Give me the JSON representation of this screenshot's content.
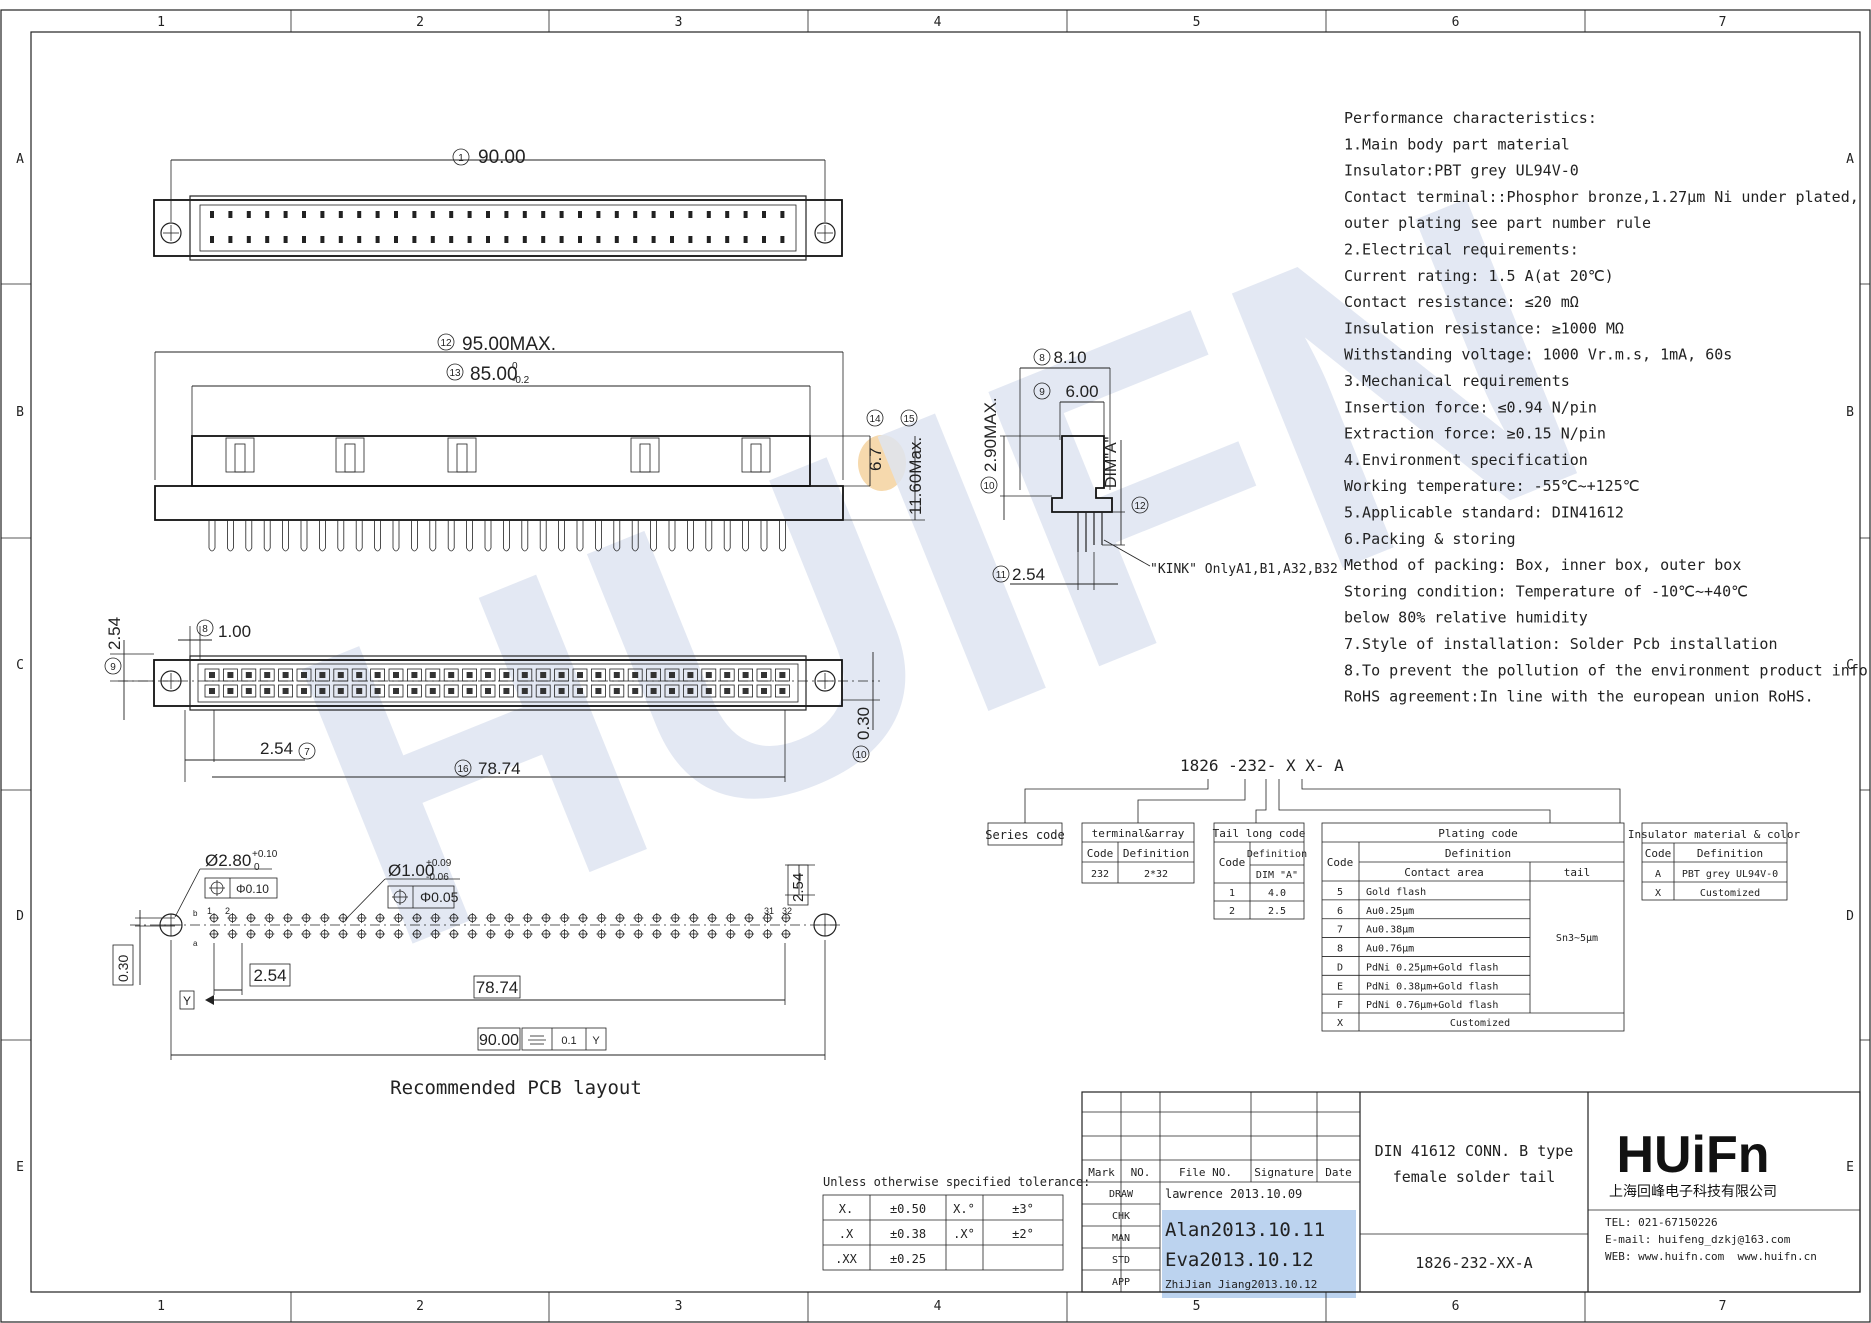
{
  "border": {
    "cols": [
      "1",
      "2",
      "3",
      "4",
      "5",
      "6",
      "7"
    ],
    "rows": [
      "A",
      "B",
      "C",
      "D",
      "E"
    ]
  },
  "watermark": "HUIFN",
  "dims": {
    "top_width": "90.00",
    "side_width": "95.00MAX.",
    "side_inner": "85.00",
    "side_inner_tol_hi": "0",
    "side_inner_tol_lo": "-0.2",
    "height_67": "6.7",
    "height_1160": "11.60Max.",
    "profile_810": "8.10",
    "profile_600": "6.00",
    "profile_290": "2.90MAX.",
    "profile_dim_a": "DIM\"A\"",
    "profile_254": "2.54",
    "kink_note": "\"KINK\" OnlyA1,B1,A32,B32",
    "bottom_100": "1.00",
    "bottom_254_left": "2.54",
    "bottom_254_pitch": "2.54",
    "bottom_7874": "78.74",
    "bottom_030": "0.30",
    "pcb_hole_large": "Ø2.80",
    "pcb_hole_large_tol_hi": "+0.10",
    "pcb_hole_large_tol_lo": "0",
    "pcb_hole_large_pos": "Φ0.10",
    "pcb_hole_small": "Ø1.00",
    "pcb_hole_small_tol_hi": "+0.09",
    "pcb_hole_small_tol_lo": "-0.06",
    "pcb_hole_small_pos": "Φ0.05",
    "pcb_254_right": "2.54",
    "pcb_030": "0.30",
    "pcb_254": "2.54",
    "pcb_7874": "78.74",
    "pcb_9000": "90.00",
    "pcb_flat": "0.1",
    "pcb_datum": "Y",
    "pcb_caption": "Recommended PCB layout",
    "pin_labels": [
      "1",
      "2",
      "31",
      "32"
    ],
    "row_labels": [
      "b",
      "a"
    ],
    "balloons": [
      "1",
      "12",
      "13",
      "14",
      "15",
      "8",
      "9",
      "7",
      "16",
      "10",
      "11"
    ]
  },
  "performance": [
    "Performance characteristics:",
    "1.Main body part material",
    "  Insulator:PBT grey UL94V-0",
    "  Contact terminal::Phosphor bronze,1.27μm Ni under plated,",
    "                    outer plating see part number rule",
    "2.Electrical requirements:",
    "  Current rating: 1.5 A(at 20℃)",
    "  Contact resistance: ≤20 mΩ",
    "  Insulation resistance: ≥1000 MΩ",
    "  Withstanding voltage: 1000 Vr.m.s, 1mA, 60s",
    "3.Mechanical requirements",
    "  Insertion force: ≤0.94 N/pin",
    "  Extraction force: ≥0.15 N/pin",
    "4.Environment specification",
    "  Working temperature: -55℃~+125℃",
    "5.Applicable standard: DIN41612",
    "6.Packing & storing",
    "  Method of packing: Box, inner box, outer box",
    "  Storing condition: Temperature of -10℃~+40℃",
    "                      below 80% relative humidity",
    "7.Style of installation: Solder Pcb installation",
    "8.To prevent the pollution of the environment product info",
    "RoHS agreement:In line with the european union RoHS."
  ],
  "part_number": {
    "code": "1826 -232- X X- A",
    "series_label": "Series code",
    "terminal": {
      "title": "terminal&array",
      "code": "Code",
      "definition": "Definition",
      "rows": [
        [
          "232",
          "2*32"
        ]
      ]
    },
    "tail": {
      "title": "Tail long code",
      "code": "Code",
      "definition": "Definition",
      "dim": "DIM \"A\"",
      "rows": [
        [
          "1",
          "4.0"
        ],
        [
          "2",
          "2.5"
        ]
      ]
    },
    "plating": {
      "title": "Plating code",
      "code": "Code",
      "definition": "Definition",
      "contact": "Contact area",
      "tail": "tail",
      "tail_value": "Sn3~5μm",
      "rows": [
        [
          "5",
          "Gold flash"
        ],
        [
          "6",
          "Au0.25μm"
        ],
        [
          "7",
          "Au0.38μm"
        ],
        [
          "8",
          "Au0.76μm"
        ],
        [
          "D",
          "PdNi 0.25μm+Gold flash"
        ],
        [
          "E",
          "PdNi 0.38μm+Gold flash"
        ],
        [
          "F",
          "PdNi 0.76μm+Gold flash"
        ]
      ],
      "last": [
        "X",
        "Customized"
      ]
    },
    "insulator": {
      "title": "Insulator material & color",
      "code": "Code",
      "definition": "Definition",
      "rows": [
        [
          "A",
          "PBT grey UL94V-0"
        ],
        [
          "X",
          "Customized"
        ]
      ]
    }
  },
  "tolerance": {
    "title": "Unless otherwise specified tolerance:",
    "rows": [
      [
        "X.",
        "±0.50",
        "X.°",
        "±3°"
      ],
      [
        ".X",
        "±0.38",
        ".X°",
        "±2°"
      ],
      [
        ".XX",
        "±0.25",
        "",
        ""
      ]
    ]
  },
  "title_block": {
    "headers": [
      "Mark",
      "NO.",
      "File NO.",
      "Signature",
      "Date"
    ],
    "roles": [
      "DRAW",
      "CHK",
      "MAN",
      "STD",
      "APP"
    ],
    "signatures": [
      "lawrence 2013.10.09",
      "Alan2013.10.11",
      "Eva2013.10.12",
      "ZhiJian Jiang2013.10.12"
    ],
    "product_line1": "DIN 41612 CONN. B type",
    "product_line2": "female solder tail",
    "part_no": "1826-232-XX-A",
    "logo": "HUiFn",
    "company_cn": "上海回峰电子科技有限公司",
    "tel": "TEL: 021-67150226",
    "email": "E-mail: huifeng_dzkj@163.com",
    "web": "WEB: www.huifn.com  www.huifn.cn"
  },
  "colors": {
    "highlight": "#bcd3ef",
    "highlight_orange": "#f6d9ad",
    "watermark": "#dfe5f1"
  }
}
